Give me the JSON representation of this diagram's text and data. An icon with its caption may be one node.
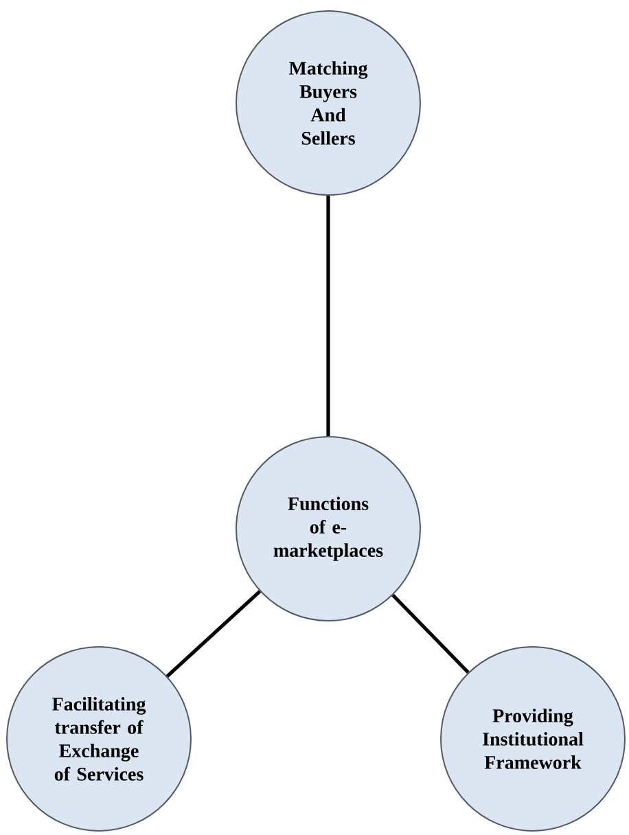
{
  "diagram": {
    "nodes": [
      {
        "text": [
          "Matching Buyers And Sellers"
        ]
      },
      {
        "text": [
          "Functions of e-marketplaces"
        ]
      },
      {
        "text": [
          "Facilitating transfer of Exchange of Services"
        ]
      },
      {
        "text": [
          "Providing Institutional Framework"
        ]
      }
    ],
    "edges": [
      {
        "from": 1,
        "to": 0,
        "arrow": "none"
      },
      {
        "from": 1,
        "to": 2,
        "arrow": "none"
      },
      {
        "from": 1,
        "to": 3,
        "arrow": "none"
      }
    ]
  }
}
